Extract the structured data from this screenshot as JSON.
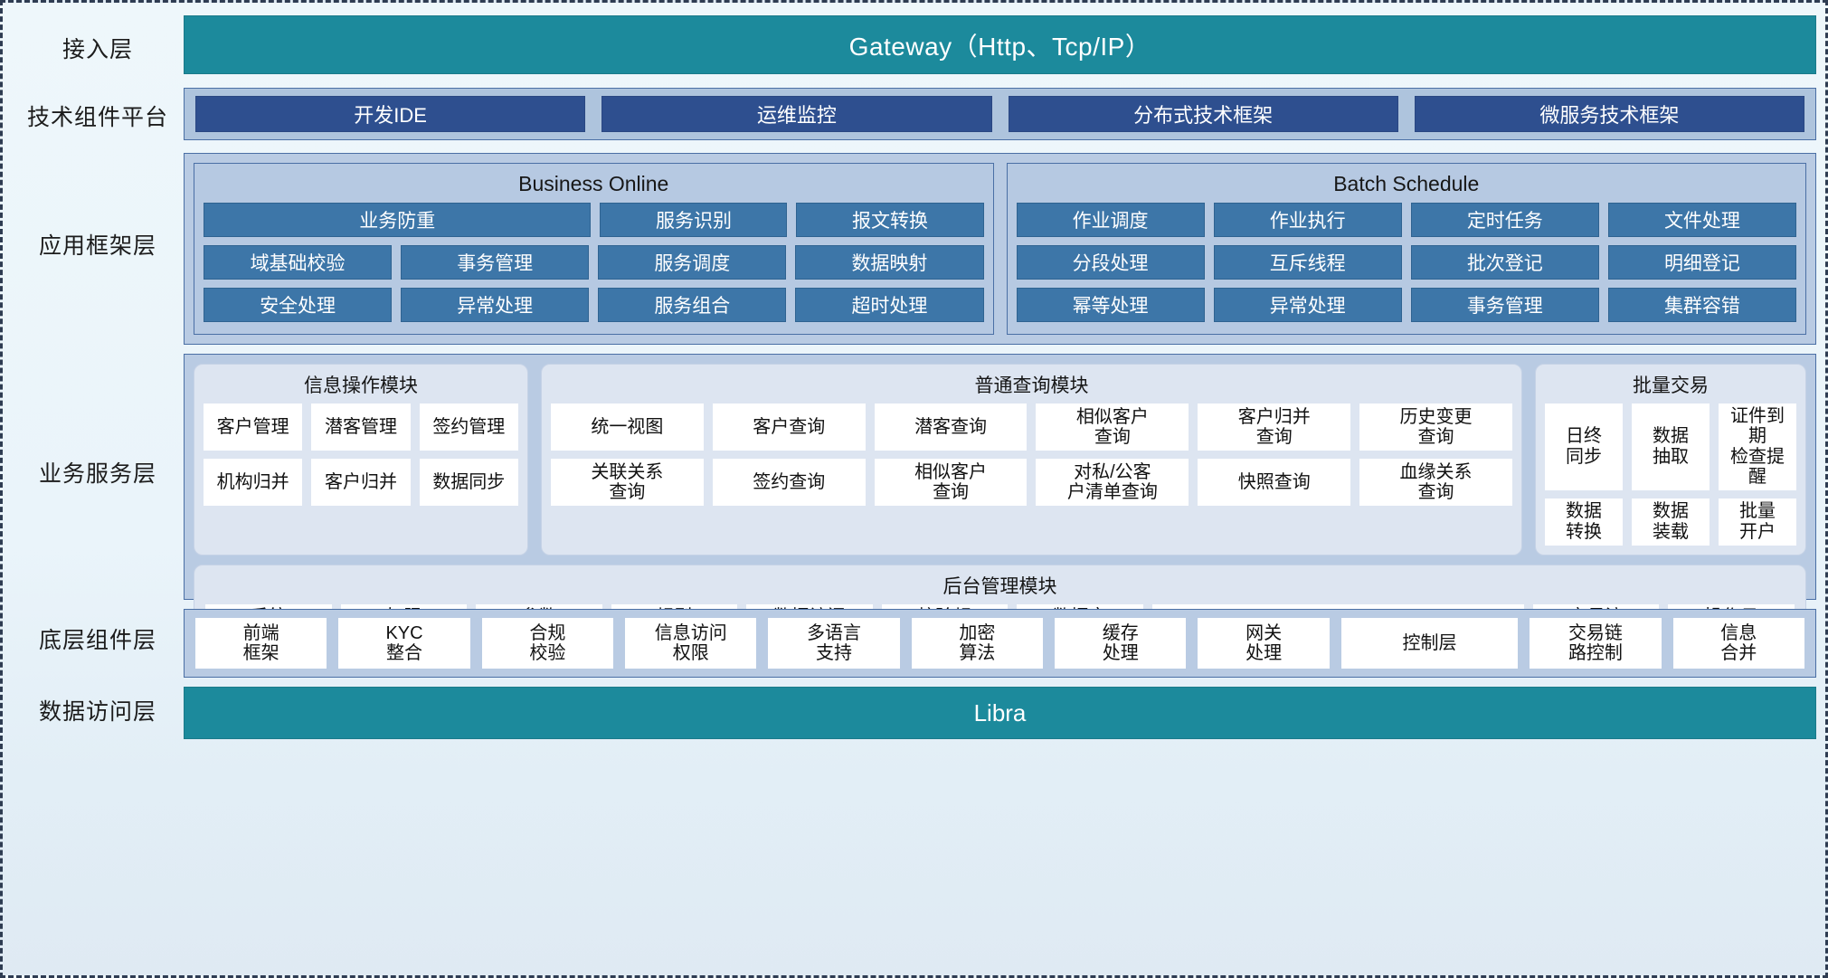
{
  "layers": [
    {
      "label": "接入层"
    },
    {
      "label": "技术组件平台"
    },
    {
      "label": "应用框架层"
    },
    {
      "label": "业务服务层"
    },
    {
      "label": "底层组件层"
    },
    {
      "label": "数据访问层"
    }
  ],
  "access_layer": {
    "label": "接入层",
    "gateway": "Gateway（Http、Tcp/IP）"
  },
  "tech_platform": {
    "label": "技术组件平台",
    "items": [
      "开发IDE",
      "运维监控",
      "分布式技术框架",
      "微服务技术框架"
    ]
  },
  "app_framework": {
    "label": "应用框架层",
    "business_online": {
      "title": "Business Online",
      "row1": [
        "业务防重",
        "服务识别",
        "报文转换"
      ],
      "row2": [
        "域基础校验",
        "事务管理",
        "服务调度",
        "数据映射"
      ],
      "row3": [
        "安全处理",
        "异常处理",
        "服务组合",
        "超时处理"
      ]
    },
    "batch_schedule": {
      "title": "Batch Schedule",
      "row1": [
        "作业调度",
        "作业执行",
        "定时任务",
        "文件处理"
      ],
      "row2": [
        "分段处理",
        "互斥线程",
        "批次登记",
        "明细登记"
      ],
      "row3": [
        "幂等处理",
        "异常处理",
        "事务管理",
        "集群容错"
      ]
    }
  },
  "business_service": {
    "label": "业务服务层",
    "info_ops": {
      "title": "信息操作模块",
      "row1": [
        "客户管理",
        "潜客管理",
        "签约管理"
      ],
      "row2": [
        "机构归并",
        "客户归并",
        "数据同步"
      ]
    },
    "common_query": {
      "title": "普通查询模块",
      "row1": [
        "统一视图",
        "客户查询",
        "潜客查询",
        "相似客户\n查询",
        "客户归并\n查询",
        "历史变更\n查询"
      ],
      "row2": [
        "关联关系\n查询",
        "签约查询",
        "相似客户\n查询",
        "对私/公客\n户清单查询",
        "快照查询",
        "血缘关系\n查询"
      ]
    },
    "batch_trade": {
      "title": "批量交易",
      "row1": [
        "日终\n同步",
        "数据\n抽取",
        "证件到期\n检查提醒"
      ],
      "row2": [
        "数据\n转换",
        "数据\n装载",
        "批量\n开户"
      ]
    },
    "admin_module": {
      "title": "后台管理模块",
      "items": [
        "系统\n管理",
        "权限\n管理",
        "参数\n管理",
        "规则\n配置",
        "数据访问\n控制",
        "校验规\n则管理",
        "数据字\n典管理",
        "客户生命周期查询",
        "交易流\n水查询",
        "操作日\n志查询"
      ]
    }
  },
  "bottom_components": {
    "label": "底层组件层",
    "items": [
      "前端\n框架",
      "KYC\n整合",
      "合规\n校验",
      "信息访问\n权限",
      "多语言\n支持",
      "加密\n算法",
      "缓存\n处理",
      "网关\n处理",
      "控制层",
      "交易链\n路控制",
      "信息\n合并"
    ]
  },
  "data_access": {
    "label": "数据访问层",
    "title": "Libra"
  },
  "colors": {
    "teal": "#1c8a9c",
    "dark_blue": "#2e4f8f",
    "mid_blue": "#3d76a8",
    "panel_blue": "#b9cbe3",
    "light_panel": "#dde5f1",
    "border_blue": "#4a6fa5"
  }
}
